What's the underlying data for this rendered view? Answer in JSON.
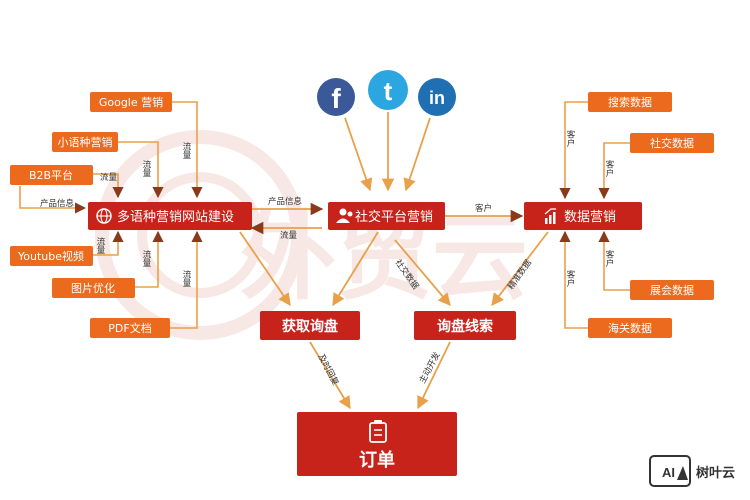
{
  "colors": {
    "red": "#c8231b",
    "orange": "#ec6a1e",
    "orange_light": "#f3912f",
    "arrow": "#e9a04a",
    "facebook": "#3b5998",
    "twitter": "#2ba6e1",
    "linkedin": "#1f6fb2",
    "watermark": "#f3d6d0"
  },
  "left_sources": [
    {
      "id": "google",
      "label": "Google 营销"
    },
    {
      "id": "minor",
      "label": "小语种营销"
    },
    {
      "id": "b2b",
      "label": "B2B平台"
    },
    {
      "id": "youtube",
      "label": "Youtube视频"
    },
    {
      "id": "image",
      "label": "图片优化"
    },
    {
      "id": "pdf",
      "label": "PDF文档"
    }
  ],
  "right_sources": [
    {
      "id": "search",
      "label": "搜索数据"
    },
    {
      "id": "social",
      "label": "社交数据"
    },
    {
      "id": "expo",
      "label": "展会数据"
    },
    {
      "id": "customs",
      "label": "海关数据"
    }
  ],
  "hubs": {
    "website": {
      "label": "多语种营销网站建设",
      "icon": "globe-icon"
    },
    "social": {
      "label": "社交平台营销",
      "icon": "users-icon"
    },
    "data": {
      "label": "数据营销",
      "icon": "chart-icon"
    }
  },
  "mid": {
    "inquiry": {
      "label": "获取询盘"
    },
    "leads": {
      "label": "询盘线索"
    }
  },
  "order": {
    "label": "订单",
    "icon": "clipboard-icon"
  },
  "social_icons": [
    "facebook-icon",
    "twitter-icon",
    "linkedin-icon"
  ],
  "edge_labels": {
    "traffic": "流量",
    "product_info": "产品信息",
    "customer": "客户",
    "social_data": "社交数据",
    "precise_data": "精准数据",
    "timely_reply": "及时回复",
    "active_dev": "主动开发"
  },
  "watermark_text": "外贸云",
  "brand": {
    "logo": "AI",
    "name": "树叶云"
  }
}
